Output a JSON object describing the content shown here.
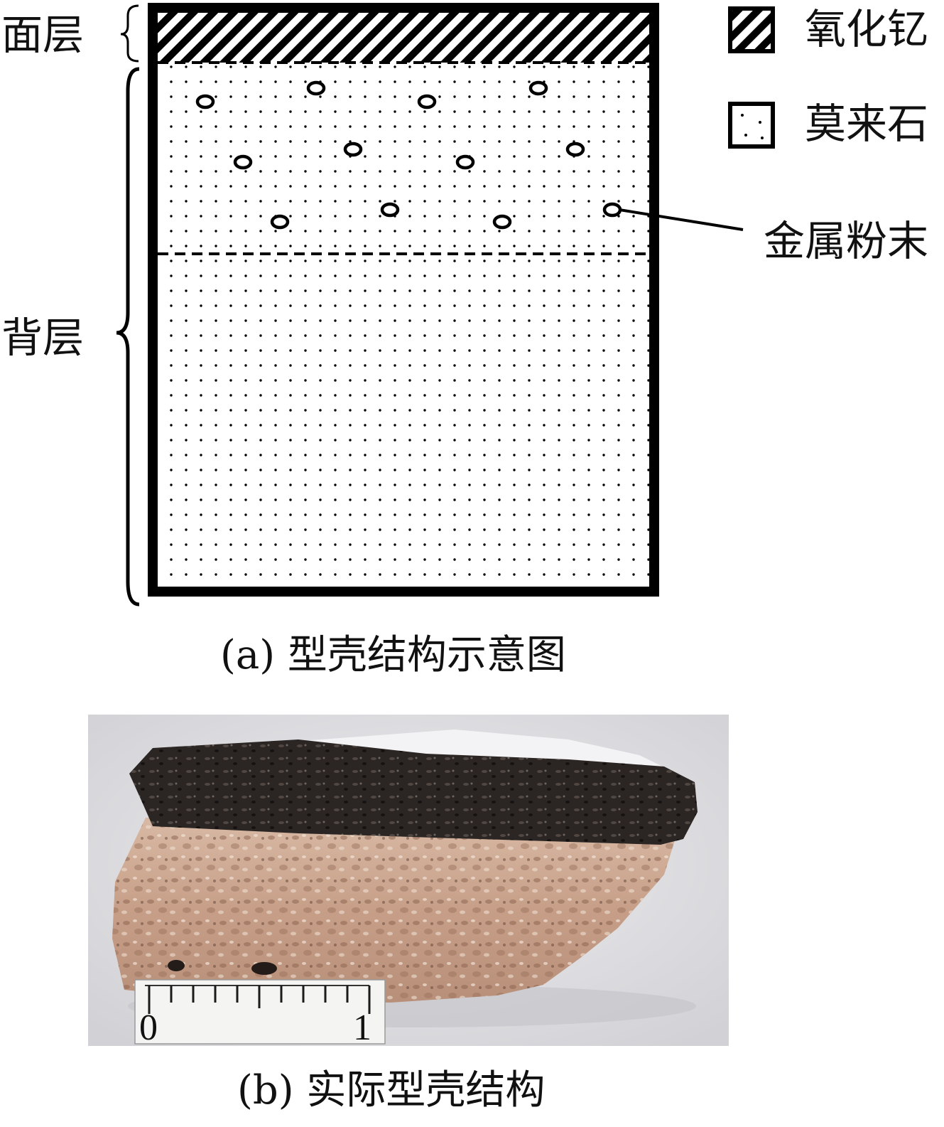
{
  "layers": {
    "face": "面层",
    "back": "背层"
  },
  "legend": {
    "yttria": "氧化钇",
    "mullite": "莫来石"
  },
  "callout": {
    "metal_powder": "金属粉末"
  },
  "captions": {
    "a": "(a) 型壳结构示意图",
    "b": "(b) 实际型壳结构"
  },
  "ruler": {
    "start": "0",
    "end": "1"
  },
  "colors": {
    "ink": "#000000",
    "photo_background": "#e3e3e6",
    "dark_face_layer": "#2b2624",
    "porous_back_layer": "#c9a893"
  }
}
